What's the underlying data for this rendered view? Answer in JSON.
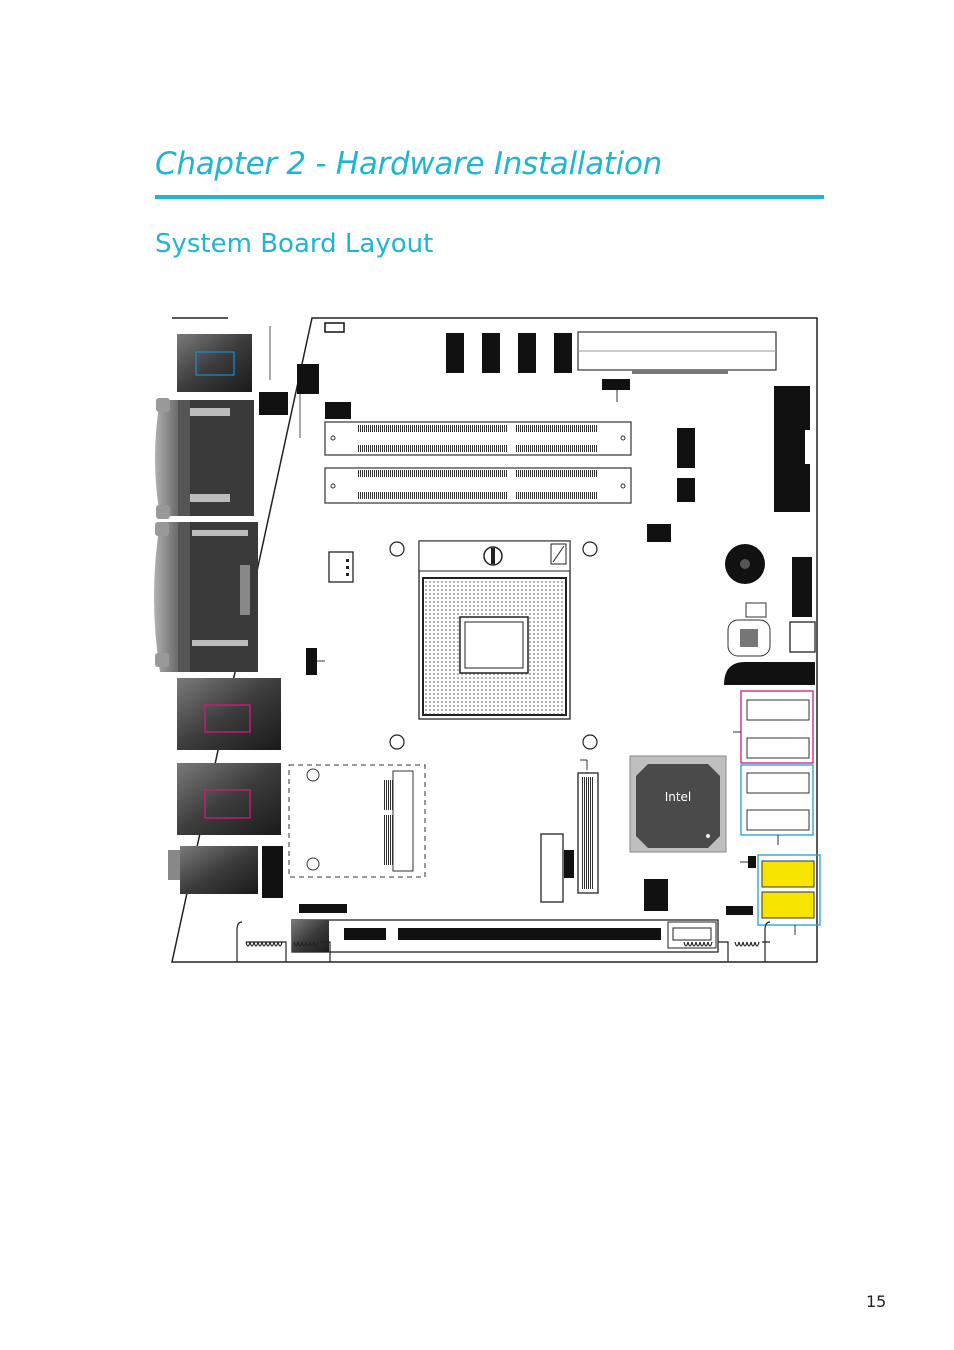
{
  "header": {
    "chapter_title": "Chapter 2 - Hardware Installation",
    "section_title": "System Board Layout"
  },
  "diagram": {
    "chipset_label": "Intel",
    "colors": {
      "accent": "#1fb6cf",
      "sata_top_group": "#d4187c",
      "sata_bottom_group": "#1aa3d8",
      "jumper_block": "#f7e400",
      "board_outline": "#222222"
    }
  },
  "footer": {
    "page_number": "15"
  }
}
